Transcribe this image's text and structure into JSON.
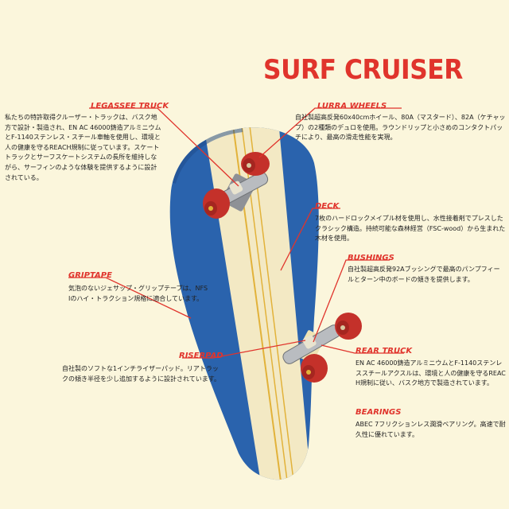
{
  "title": "SURF CRUISER",
  "colors": {
    "title": "#e0342c",
    "label": "#e0342c",
    "leader": "#e0342c",
    "deck_blue": "#2a63ad",
    "deck_cream": "#f3e9c4",
    "wheel": "#c4312a",
    "truck": "#b9bcc0",
    "background": "#fbf6dc"
  },
  "parts": {
    "legassee_truck": {
      "label": "LEGASSEE TRUCK",
      "description": "私たちの特許取得クルーザー・トラックは、バスク地方で設計・製造され、EN AC 46000鋳造アルミニウムとF-1140ステンレス・スチール車軸を使用し、環境と人の健康を守るREACH規制に従っています。スケートトラックとサーフスケートシステムの長所を維持しながら、サーフィンのような体験を提供するように設計されている。"
    },
    "lurra_wheels": {
      "label": "LURRA WHEELS",
      "description": "自社製超高反発60x40cmホイール、80A（マスタード）、82A（ケチャップ）の2種類のデュロを使用。ラウンドリップと小さめのコンタクトパッチにより、最高の滑走性能を実現。"
    },
    "deck": {
      "label": "DECK",
      "description": "7枚のハードロックメイプル材を使用し、水性接着剤でプレスしたクラシック構造。持続可能な森林経営（FSC-wood）から生まれた木材を使用。"
    },
    "bushings": {
      "label": "BUSHINGS",
      "description": "自社製超高反発92Aブッシングで最高のパンプフィールとターン中のボードの傾きを提供します。"
    },
    "griptape": {
      "label": "GRIPTAPE",
      "description": "気泡のないジェサップ・グリップテープは、NFSIのハイ・トラクション規格に適合しています。"
    },
    "riserpad": {
      "label": "RISERPAD",
      "description": "自社製のソフトな1インチライザーパッド。リアトラックの傾き半径を少し追加するように設計されています。"
    },
    "rear_truck": {
      "label": "REAR TRUCK",
      "description": "EN AC 46000鋳造アルミニウムとF-1140ステンレススチールアクスルは、環境と人の健康を守るREACH規制に従い、バスク地方で製造されています。"
    },
    "bearings": {
      "label": "BEARINGS",
      "description": "ABEC 7フリクションレス潤滑ベアリング。高速で耐久性に優れています。"
    }
  }
}
